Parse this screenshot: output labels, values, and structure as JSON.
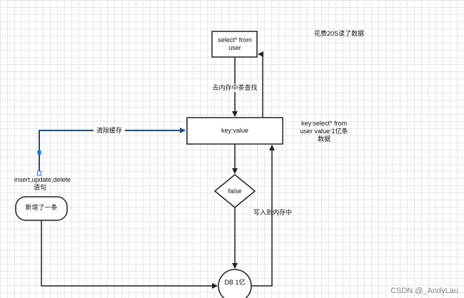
{
  "nodes": {
    "select_box": "select* from user",
    "key_value_box": "key:value",
    "decision": "false",
    "db": "DB 1亿",
    "insert_note": "insert,update,delete语句",
    "new_row": "新增了一条"
  },
  "edges": {
    "query_memory": "去内存中茶查找",
    "clear_cache": "清除缓存",
    "write_memory": "写入到内存中"
  },
  "notes": {
    "time_cost": "花费20S读了数据",
    "cache_content": "key:select* from user value:1亿条数据"
  },
  "watermark": "CSDN @_AndyLau",
  "colors": {
    "line": "#222222",
    "selected_line": "#1f4e79",
    "handle": "#1a73e8"
  }
}
